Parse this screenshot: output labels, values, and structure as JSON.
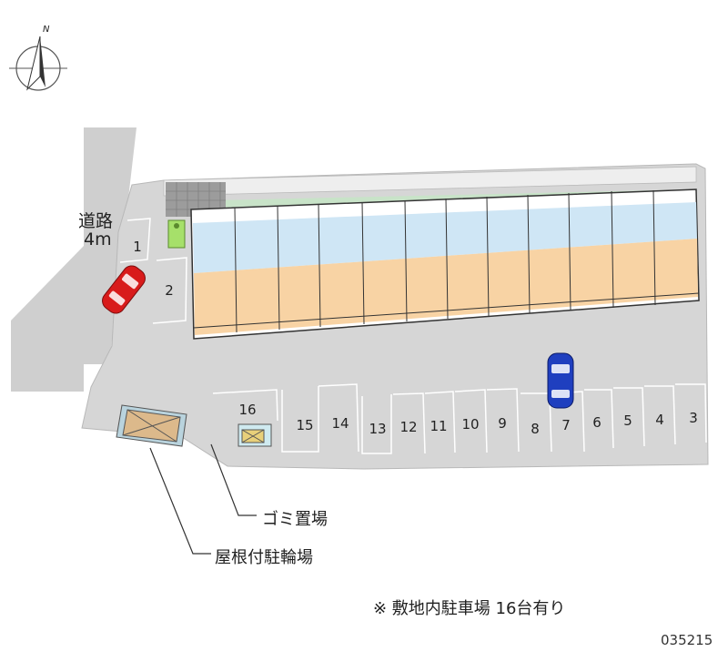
{
  "map": {
    "compass_label": "N",
    "road": {
      "name": "道路",
      "width": "4m"
    },
    "callouts": {
      "garbage": "ゴミ置場",
      "bicycle": "屋根付駐輪場"
    },
    "footnote": "※ 敷地内駐車場 16台有り",
    "code": "035215",
    "parking_slots": [
      "1",
      "2",
      "3",
      "4",
      "5",
      "6",
      "7",
      "8",
      "9",
      "10",
      "11",
      "12",
      "13",
      "14",
      "15",
      "16"
    ],
    "colors": {
      "building_blue": "#cfe6f5",
      "building_orange": "#f8d3a4",
      "lot_gray": "#d6d6d6",
      "road_gray": "#cccccc",
      "car_red": "#d81b1b",
      "car_blue": "#1f3fbf",
      "shrub_green": "#a6e06a"
    }
  }
}
